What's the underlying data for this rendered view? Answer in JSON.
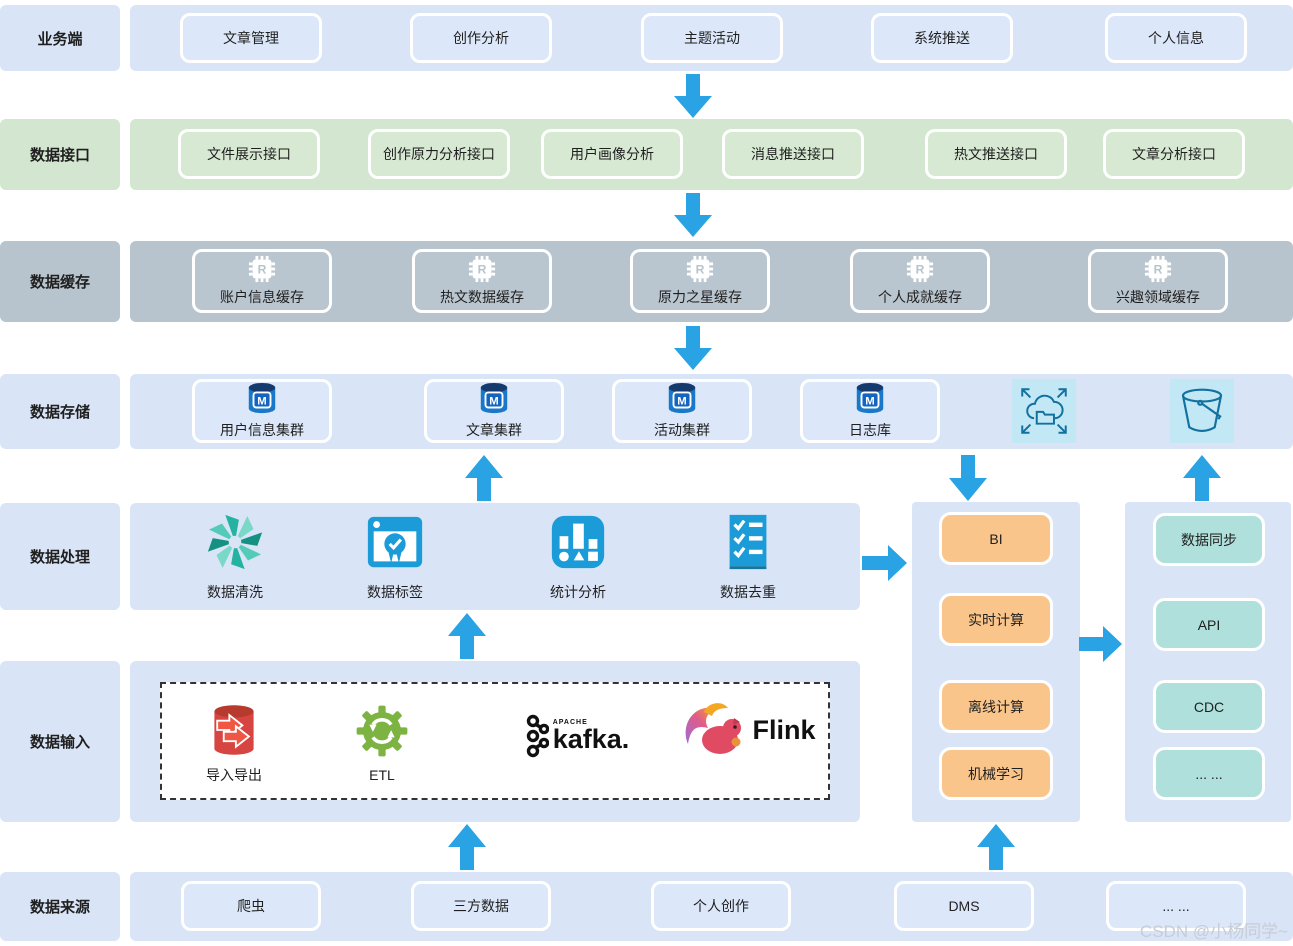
{
  "watermark": "CSDN @小杨同学~",
  "colors": {
    "arrow": "#29a3e3",
    "row_blue": "#d9e5f7",
    "row_green": "#d3e6cf",
    "row_gray": "#b8c4cd",
    "btn_orange": "#f9c58b",
    "btn_teal": "#afe0dc",
    "icon_blue": "#1b9cd8",
    "icon_square_bg": "#c3e8f5"
  },
  "rows": {
    "business": {
      "label": "业务端",
      "items": [
        "文章管理",
        "创作分析",
        "主题活动",
        "系统推送",
        "个人信息"
      ]
    },
    "interface": {
      "label": "数据接口",
      "items": [
        "文件展示接口",
        "创作原力分析接口",
        "用户画像分析",
        "消息推送接口",
        "热文推送接口",
        "文章分析接口"
      ]
    },
    "cache": {
      "label": "数据缓存",
      "chip_letter": "R",
      "items": [
        "账户信息缓存",
        "热文数据缓存",
        "原力之星缓存",
        "个人成就缓存",
        "兴趣领域缓存"
      ]
    },
    "storage": {
      "label": "数据存储",
      "db_letter": "M",
      "items": [
        "用户信息集群",
        "文章集群",
        "活动集群",
        "日志库"
      ]
    },
    "processing": {
      "label": "数据处理",
      "items": [
        "数据清洗",
        "数据标签",
        "统计分析",
        "数据去重"
      ]
    },
    "input": {
      "label": "数据输入",
      "import_label": "导入导出",
      "etl_label": "ETL",
      "kafka_brand": "APACHE",
      "kafka_label": "kafka.",
      "flink_label": "Flink"
    },
    "source": {
      "label": "数据来源",
      "items": [
        "爬虫",
        "三方数据",
        "个人创作",
        "DMS",
        "... ..."
      ]
    }
  },
  "panels": {
    "compute": {
      "items": [
        "BI",
        "实时计算",
        "离线计算",
        "机械学习"
      ]
    },
    "sync": {
      "items": [
        "数据同步",
        "API",
        "CDC",
        "... ..."
      ]
    }
  }
}
